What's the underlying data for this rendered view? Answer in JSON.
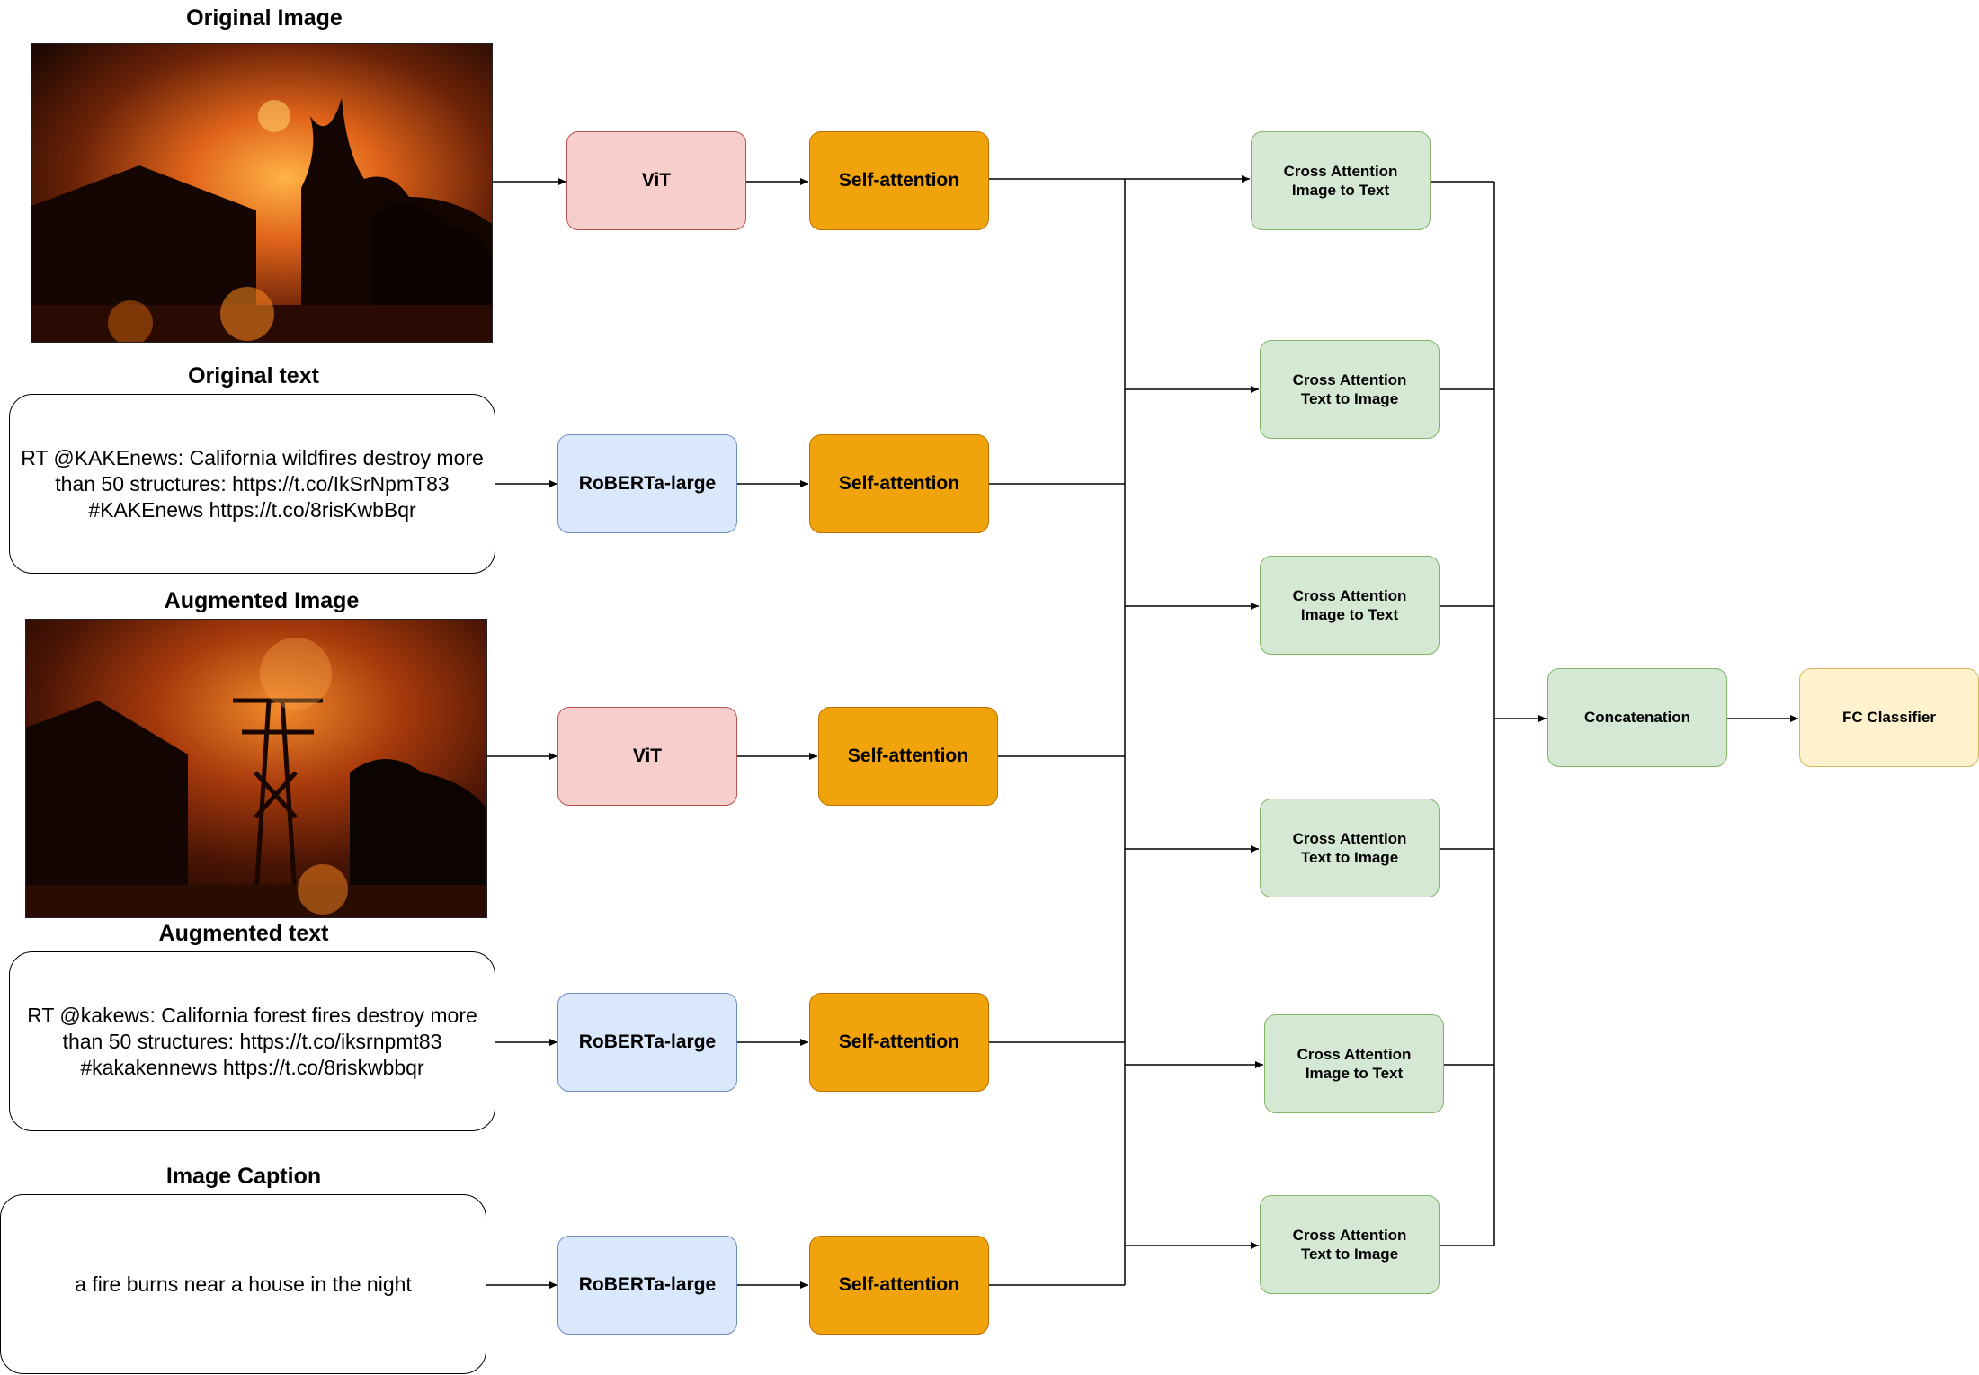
{
  "titles": {
    "original_image": "Original Image",
    "original_text": "Original text",
    "augmented_image": "Augmented Image",
    "augmented_text": "Augmented text",
    "image_caption": "Image Caption"
  },
  "texts": {
    "original": [
      "RT @KAKEnews: California wildfires destroy more",
      "than 50 structures: https://t.co/IkSrNpmT83",
      "#KAKEnews https://t.co/8risKwbBqr"
    ],
    "augmented": [
      "RT @kakews: California forest fires destroy more",
      "than 50 structures: https://t.co/iksrnpmt83",
      "#kakakennews https://t.co/8riskwbbqr"
    ],
    "caption": "a fire burns near a house in the night"
  },
  "encoders": {
    "vit": "ViT",
    "roberta": "RoBERTa-large",
    "self_attention": "Self-attention"
  },
  "cross_attention": [
    {
      "line1": "Cross Attention",
      "line2": "Image to Text"
    },
    {
      "line1": "Cross Attention",
      "line2": "Text to Image"
    },
    {
      "line1": "Cross Attention",
      "line2": "Image to Text"
    },
    {
      "line1": "Cross Attention",
      "line2": "Text to Image"
    },
    {
      "line1": "Cross Attention",
      "line2": "Image to Text"
    },
    {
      "line1": "Cross Attention",
      "line2": "Text to Image"
    }
  ],
  "concatenation": "Concatenation",
  "classifier": "FC Classifier"
}
